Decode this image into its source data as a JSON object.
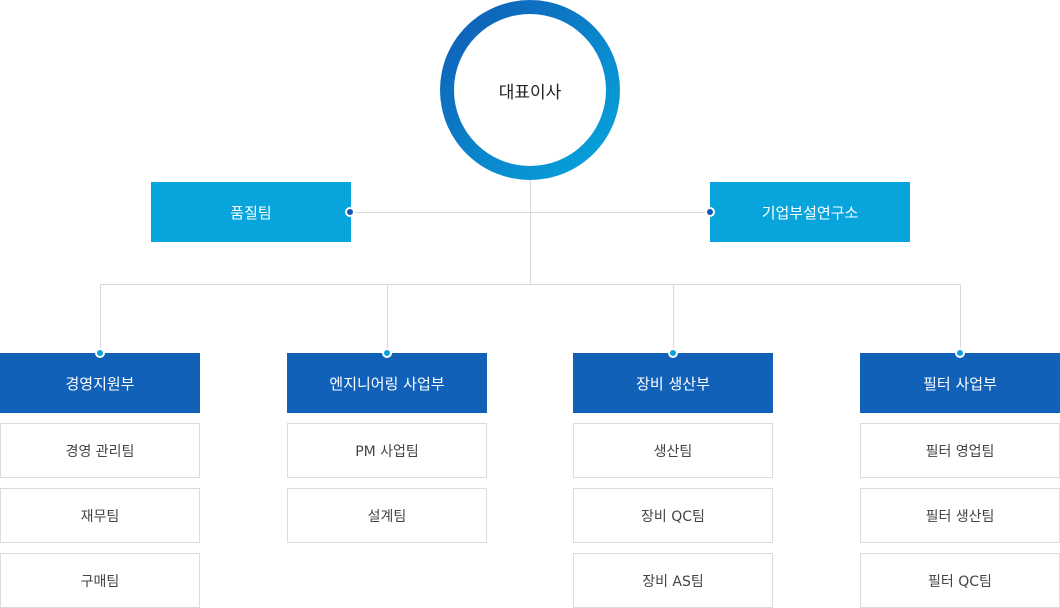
{
  "chart": {
    "ceo": "대표이사",
    "side_units": [
      {
        "label": "품질팀"
      },
      {
        "label": "기업부설연구소"
      }
    ],
    "departments": [
      {
        "label": "경영지원부",
        "teams": [
          "경영 관리팀",
          "재무팀",
          "구매팀"
        ]
      },
      {
        "label": "엔지니어링 사업부",
        "teams": [
          "PM 사업팀",
          "설계팀"
        ]
      },
      {
        "label": "장비 생산부",
        "teams": [
          "생산팀",
          "장비 QC팀",
          "장비 AS팀"
        ]
      },
      {
        "label": "필터 사업부",
        "teams": [
          "필터 영업팀",
          "필터 생산팀",
          "필터 QC팀"
        ]
      }
    ]
  },
  "colors": {
    "ceo_ring_start": "#1158b4",
    "ceo_ring_end": "#07a9de",
    "side_unit_bg": "#08a5dd",
    "department_bg": "#1161b9",
    "team_border": "#dcdcdc",
    "connector": "#d9d9d9"
  }
}
